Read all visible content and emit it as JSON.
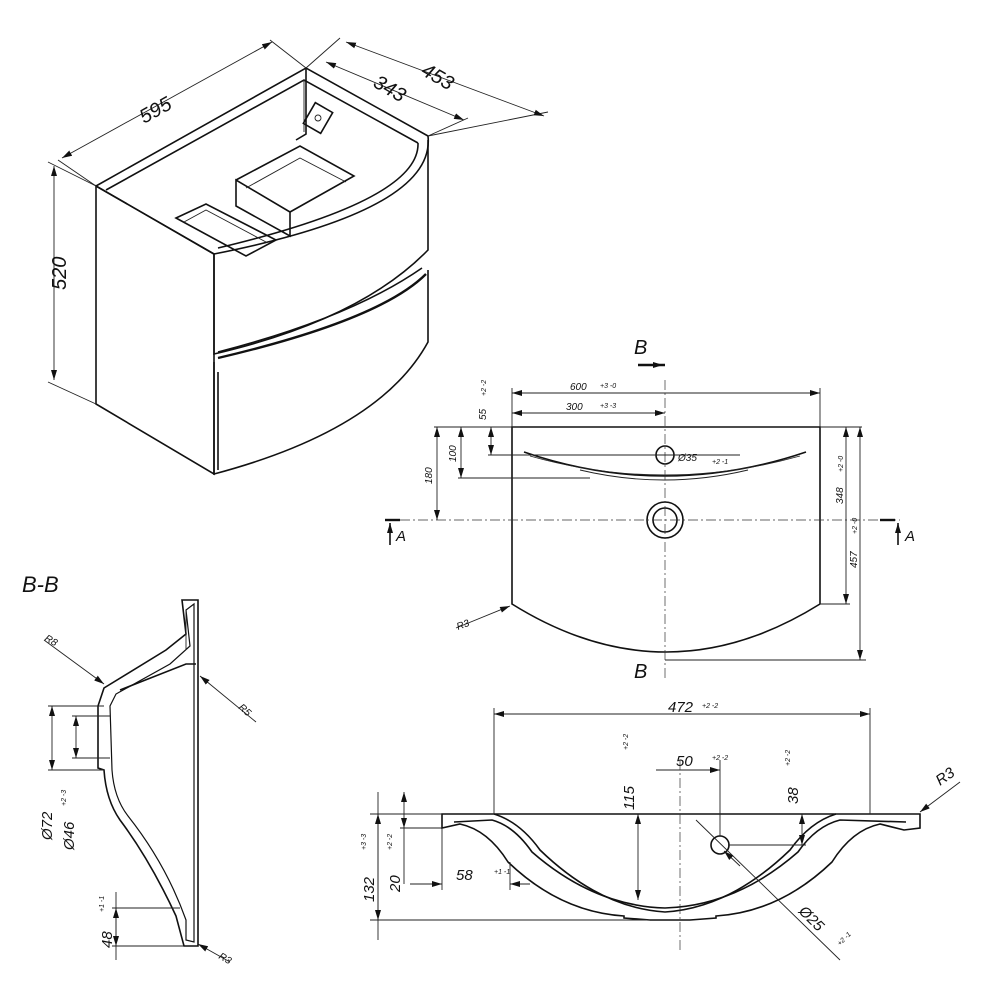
{
  "cabinet": {
    "width": "595",
    "depth_total": "453",
    "depth_inner": "343",
    "height": "520"
  },
  "basin_top": {
    "section_label_b": "B",
    "section_label_a": "A",
    "width": "600",
    "width_tol": "+3 -0",
    "half_width": "300",
    "half_width_tol": "+3 -3",
    "tap_offset": "55",
    "tap_offset_tol": "+2 -2",
    "depth_100": "100",
    "depth_180": "180",
    "tap_hole": "Ø35",
    "tap_hole_tol": "+2 -1",
    "depth_348": "348",
    "depth_348_tol": "+2 -0",
    "depth_457": "457",
    "depth_457_tol": "+2 -0",
    "radius": "R3"
  },
  "section_bb": {
    "title": "B-B",
    "r8": "R8",
    "r5": "R5",
    "r3": "R3",
    "d72": "Ø72",
    "d46": "Ø46",
    "d_tol": "+2 -3",
    "h48": "48",
    "h48_tol": "+1 -1"
  },
  "section_aa": {
    "width": "472",
    "width_tol": "+2 -2",
    "depth": "115",
    "depth_tol": "+2 -2",
    "overflow_offset": "50",
    "overflow_offset_tol": "+2 -2",
    "overflow_height": "38",
    "overflow_height_tol": "+2 -2",
    "radius": "R3",
    "total_height": "132",
    "total_height_tol": "+3 -3",
    "rim_height": "20",
    "rim_height_tol": "+2 -2",
    "rim_width": "58",
    "rim_width_tol": "+1 -1",
    "overflow_hole": "Ø25",
    "overflow_hole_tol": "+2 -1"
  }
}
